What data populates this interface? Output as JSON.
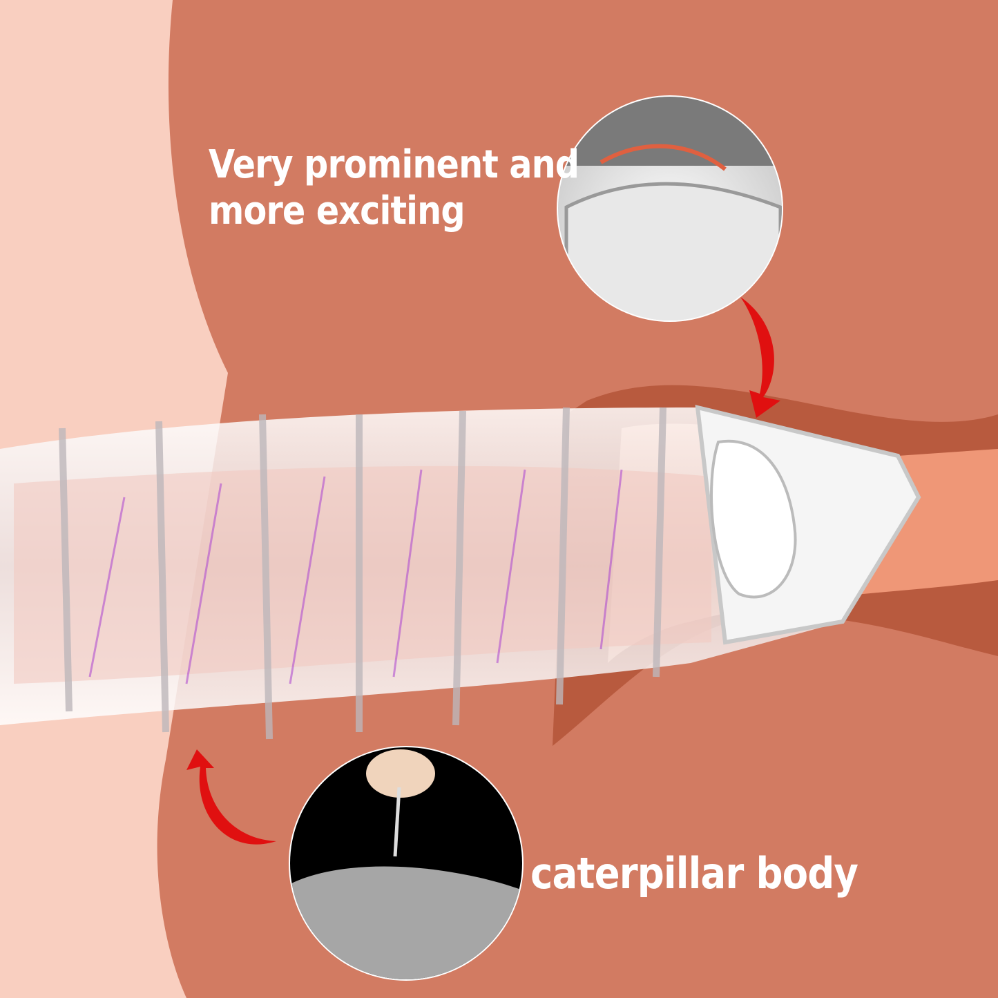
{
  "captions": {
    "top_line1": "Very prominent and",
    "top_line2": "more exciting",
    "bottom": "caterpillar body"
  },
  "colors": {
    "background": "#d27b62",
    "left_panel": "#f9cfc0",
    "band": "#b85a3e",
    "arrow": "#e01010",
    "text": "#ffffff"
  }
}
